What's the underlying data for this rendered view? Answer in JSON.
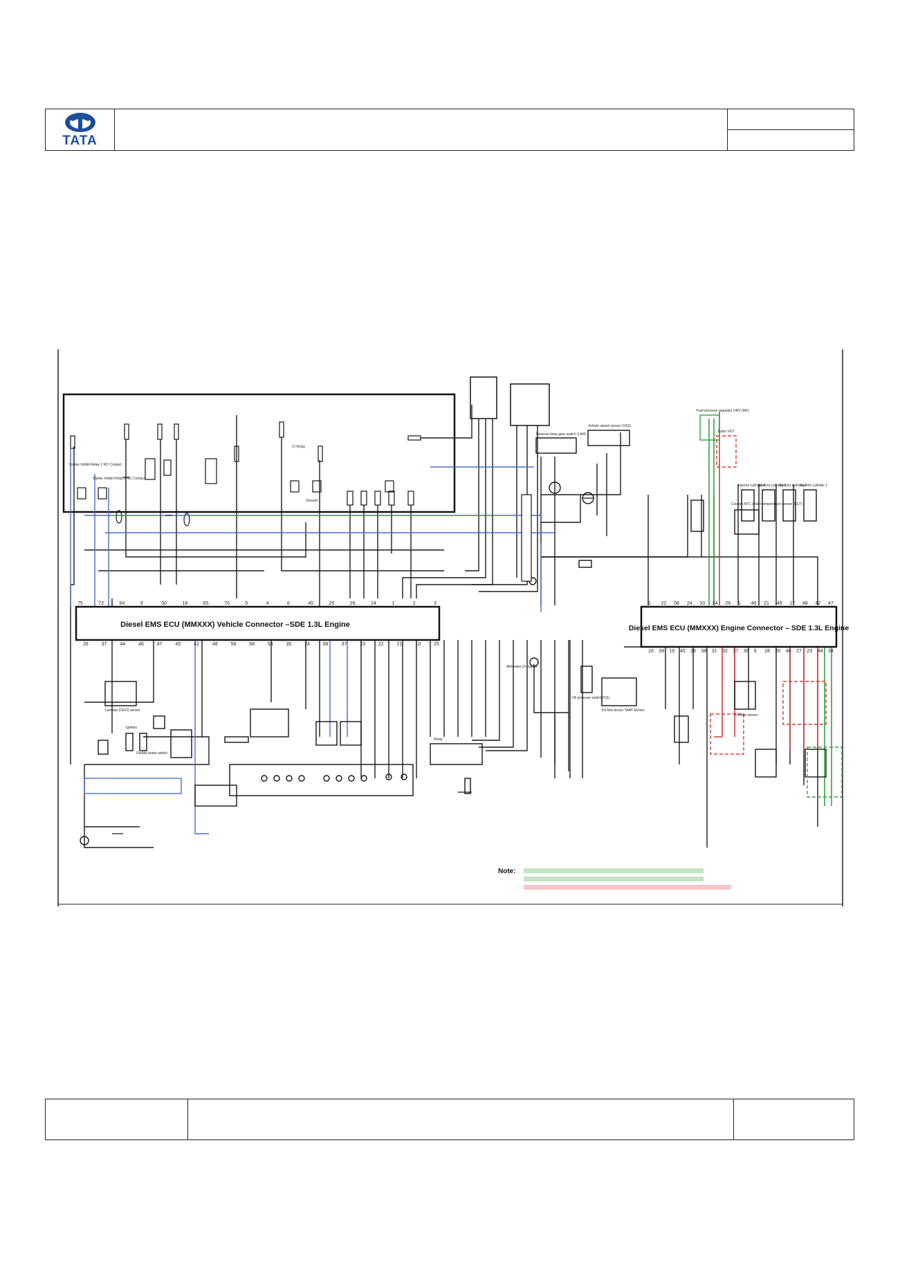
{
  "header": {
    "brand": "TATA"
  },
  "diagram": {
    "vehicle_connector_title": "Diesel EMS ECU (MMXXX) Vehicle Connector –SDE 1.3L Engine",
    "engine_connector_title": "Diesel EMS ECU (MMXXX) Engine Connector – SDE 1.3L Engine",
    "note_label": "Note:",
    "relay_label": "C/ Relay",
    "ground_label": "Ground",
    "starter_relay_no": "Starter Inhibit Relay 1 NO Contact",
    "starter_relay_nc": "Starter Inhibit Relay 2 NC Contact",
    "lambda_sensor": "Lambda (OGO) sensor",
    "ignition": "Ignition",
    "brake_switch": "Double brake switch",
    "vehicle_speed_sensor": "Vehicle speed sensor (VSS)",
    "reverse_lamp_switch": "Reverse lamp gear switch (LAH)",
    "rail_pressure_regulator": "Fuel pressure regulator DRV (MV)",
    "turbo": "Turbo VGT",
    "coolant_sensor": "Coolant NTC Water temperature sensor (ECT)",
    "injector_4": "Injector cylinder 4",
    "injector_3": "Injector cylinder 3",
    "injector_2": "Injector cylinder 2",
    "injector_1": "Injector cylinder 1",
    "alternator": "Alternator D+ signal",
    "oil_switch": "Oil pressure switch (OS)",
    "map_sensor": "Kit flow boost / MAP Sensor",
    "throttle_sensor": "Throttle sensor",
    "relay_box_label": "Relay",
    "tick_labels_vehicle_top": [
      "75",
      "72",
      "64",
      "9",
      "30",
      "16",
      "65",
      "70",
      "5",
      "4",
      "6",
      "45",
      "25",
      "26",
      "24",
      "1",
      "2",
      "3"
    ],
    "tick_labels_engine_top": [
      "1",
      "22",
      "58",
      "24",
      "33",
      "34",
      "29",
      "1",
      "40",
      "21",
      "49",
      "17",
      "48",
      "42",
      "47"
    ],
    "tick_labels_vehicle_bottom": [
      "26",
      "37",
      "44",
      "46",
      "47",
      "45",
      "42",
      "48",
      "59",
      "58",
      "54",
      "35",
      "24",
      "68",
      "37",
      "23",
      "22",
      "21",
      "10",
      "25"
    ],
    "tick_labels_engine_bottom": [
      "16",
      "39",
      "10",
      "45",
      "26",
      "38",
      "31",
      "32",
      "37",
      "36",
      "6",
      "28",
      "20",
      "46",
      "27",
      "23",
      "44",
      "34"
    ]
  },
  "colors": {
    "wire_black": "#1a1a1a",
    "wire_blue": "#4a6bc4",
    "wire_red": "#d63a3a",
    "wire_green": "#2aa43c",
    "note_green": "#6fc06f",
    "note_red": "#e07a7a"
  }
}
